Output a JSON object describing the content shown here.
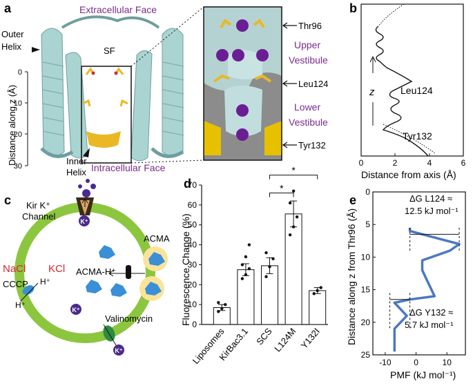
{
  "panel_a": {
    "letter": "a",
    "extracellular": "Extracellular Face",
    "intracellular": "Intracellular Face",
    "outer_helix": [
      "Outer",
      "Helix"
    ],
    "inner_helix": [
      "Inner",
      "Helix"
    ],
    "sf": "SF",
    "axis_label": "Distance along z (Å)",
    "ticks": [
      "0",
      "10",
      "20",
      "30"
    ],
    "inset_labels": [
      "Thr96",
      "Leu124",
      "Tyr132"
    ],
    "vestibule_upper": [
      "Upper",
      "Vestibule"
    ],
    "vestibule_lower": [
      "Lower",
      "Vestibule"
    ]
  },
  "panel_b": {
    "letter": "b",
    "xlabel": "Distance from axis (Å)",
    "ylabel": "z",
    "xticks": [
      "0",
      "2",
      "4",
      "6"
    ],
    "labels": [
      "Leu124",
      "Tyr132"
    ]
  },
  "panel_c": {
    "letter": "c",
    "kir": [
      "Kir K⁺",
      "Channel"
    ],
    "nacl": "NaCl",
    "kcl": "KCl",
    "acma": "ACMA",
    "acma_h": "ACMA-H⁺",
    "cccp": "CCCP",
    "h_plus": "H⁺",
    "valinomycin": "Valinomycin",
    "k_ion": "K⁺",
    "colors": {
      "membrane": "#8cc63f",
      "salt_red": "#d7262d",
      "ion_purple": "#4b2a8f"
    }
  },
  "panel_d": {
    "letter": "d",
    "chart_data": {
      "type": "bar",
      "categories": [
        "Liposomes",
        "KirBac3.1",
        "SCS",
        "L124M",
        "Y132I"
      ],
      "values": [
        8.5,
        27.5,
        29.5,
        55.5,
        17
      ],
      "errors": [
        1.5,
        3,
        4,
        6.5,
        1.5
      ],
      "points": [
        [
          6.5,
          8,
          10,
          11
        ],
        [
          23,
          25,
          28,
          30,
          34,
          40
        ],
        [
          24,
          29,
          33,
          36
        ],
        [
          45,
          49,
          54,
          61,
          67
        ],
        [
          15.5,
          17,
          18.5
        ]
      ],
      "ylabel": "Fluorescence Change (%)",
      "ylim": [
        0,
        70
      ],
      "yticks": [
        0,
        10,
        20,
        30,
        40,
        50,
        60,
        70
      ],
      "significance": [
        "*",
        "*"
      ]
    }
  },
  "panel_e": {
    "letter": "e",
    "chart_data": {
      "type": "line",
      "x": [
        -2,
        -2,
        14,
        11,
        2,
        2,
        3,
        4,
        5,
        6,
        -2,
        -7,
        -5,
        -3,
        -5,
        -7,
        -7
      ],
      "y": [
        5.5,
        6,
        8,
        9,
        10.5,
        12,
        13,
        14,
        15,
        16,
        16.5,
        17,
        18,
        19,
        20,
        21,
        24.5
      ],
      "xlabel": "PMF (kJ mol⁻¹)",
      "ylabel": "Distance along z from Thr96 (Å)",
      "xlim": [
        -14,
        16
      ],
      "ylim": [
        0,
        25
      ],
      "xticks": [
        -10,
        0,
        10
      ],
      "yticks": [
        0,
        5,
        10,
        15,
        20,
        25
      ]
    },
    "annot1": [
      "ΔG L124 ≈",
      "12.5 kJ mol⁻¹"
    ],
    "annot2": [
      "ΔG Y132 ≈",
      "5.7 kJ mol⁻¹"
    ]
  }
}
